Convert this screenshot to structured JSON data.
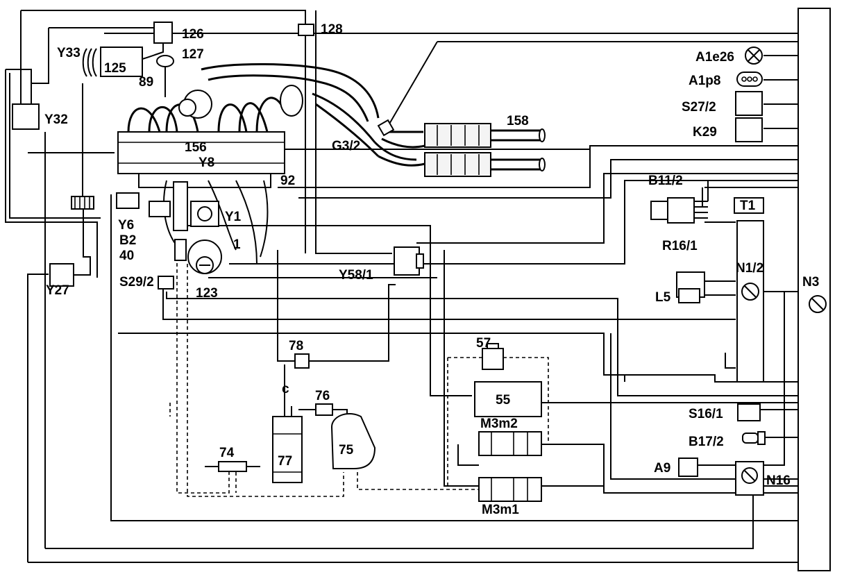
{
  "labels": {
    "y33": "Y33",
    "c125": "125",
    "c126": "126",
    "c127": "127",
    "c128": "128",
    "c89": "89",
    "y32": "Y32",
    "c156": "156",
    "y8": "Y8",
    "c92": "92",
    "y6": "Y6",
    "y1": "Y1",
    "b2": "B2",
    "c40": "40",
    "c1": "1",
    "y27": "Y27",
    "s29_2": "S29/2",
    "c123": "123",
    "y58_1": "Y58/1",
    "g3_2": "G3/2",
    "c158": "158",
    "a1e26": "A1e26",
    "a1p8": "A1p8",
    "s27_2": "S27/2",
    "k29": "K29",
    "b11_2": "B11/2",
    "t1": "T1",
    "r16_1": "R16/1",
    "n1_2": "N1/2",
    "l5": "L5",
    "n3": "N3",
    "c78": "78",
    "c57": "57",
    "c55": "55",
    "c": "c",
    "c76": "76",
    "m3m2": "M3m2",
    "c74": "74",
    "c77": "77",
    "c75": "75",
    "m3m1": "M3m1",
    "s16_1": "S16/1",
    "b17_2": "B17/2",
    "a9": "A9",
    "n16": "N16"
  }
}
